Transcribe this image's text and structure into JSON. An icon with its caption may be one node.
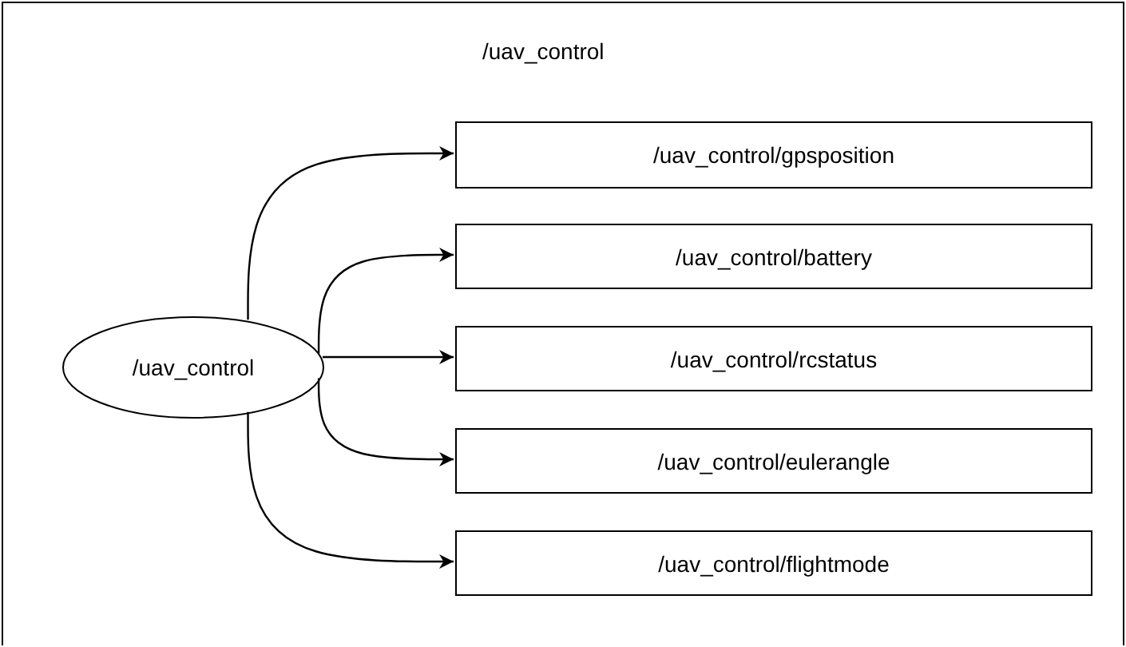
{
  "diagram": {
    "nodes": [
      {
        "text": [
          "/uav_control"
        ]
      },
      {
        "text": [
          "/uav_control"
        ],
        "in": 0
      },
      {
        "text": [
          "/uav_control/gpsposition"
        ],
        "in": 0
      },
      {
        "text": [
          "/uav_control/battery"
        ],
        "in": 0
      },
      {
        "text": [
          "/uav_control/rcstatus"
        ],
        "in": 0
      },
      {
        "text": [
          "/uav_control/eulerangle"
        ],
        "in": 0
      },
      {
        "text": [
          "/uav_control/flightmode"
        ],
        "in": 0
      }
    ],
    "edges": [
      {
        "from": 1,
        "to": 2,
        "arrow": "to"
      },
      {
        "from": 1,
        "to": 3,
        "arrow": "to"
      },
      {
        "from": 1,
        "to": 4,
        "arrow": "to"
      },
      {
        "from": 1,
        "to": 5,
        "arrow": "to"
      },
      {
        "from": 1,
        "to": 6,
        "arrow": "to"
      }
    ]
  }
}
